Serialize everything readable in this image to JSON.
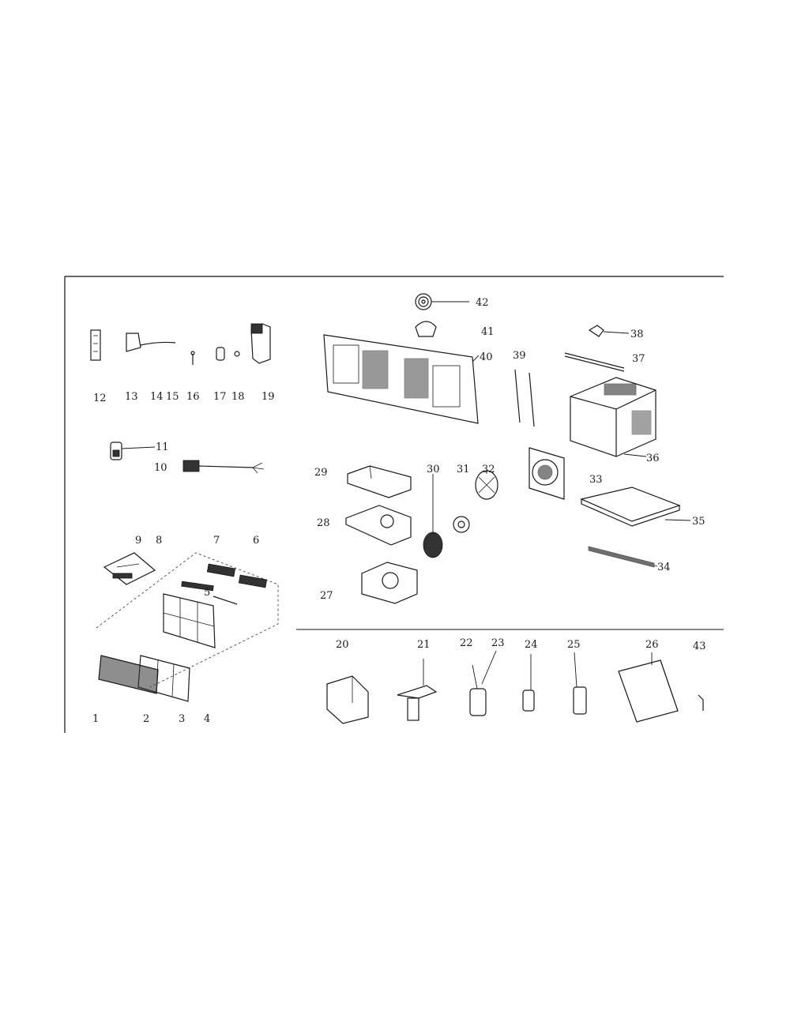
{
  "diagram": {
    "part_labels": [
      "1",
      "2",
      "3",
      "4",
      "5",
      "6",
      "7",
      "8",
      "9",
      "10",
      "11",
      "12",
      "13",
      "14",
      "15",
      "16",
      "17",
      "18",
      "19",
      "20",
      "21",
      "22",
      "23",
      "24",
      "25",
      "26",
      "27",
      "28",
      "29",
      "30",
      "31",
      "32",
      "33",
      "34",
      "35",
      "36",
      "37",
      "38",
      "39",
      "40",
      "41",
      "42",
      "43"
    ]
  },
  "labels": {
    "l1": "1",
    "l2": "2",
    "l3": "3",
    "l4": "4",
    "l5": "5",
    "l6": "6",
    "l7": "7",
    "l8": "8",
    "l9": "9",
    "l10": "10",
    "l11": "11",
    "l12": "12",
    "l13": "13",
    "l14": "14",
    "l15": "15",
    "l16": "16",
    "l17": "17",
    "l18": "18",
    "l19": "19",
    "l20": "20",
    "l21": "21",
    "l22": "22",
    "l23": "23",
    "l24": "24",
    "l25": "25",
    "l26": "26",
    "l27": "27",
    "l28": "28",
    "l29": "29",
    "l30": "30",
    "l31": "31",
    "l32": "32",
    "l33": "33",
    "l34": "34",
    "l35": "35",
    "l36": "36",
    "l37": "37",
    "l38": "38",
    "l39": "39",
    "l40": "40",
    "l41": "41",
    "l42": "42",
    "l43": "43"
  }
}
